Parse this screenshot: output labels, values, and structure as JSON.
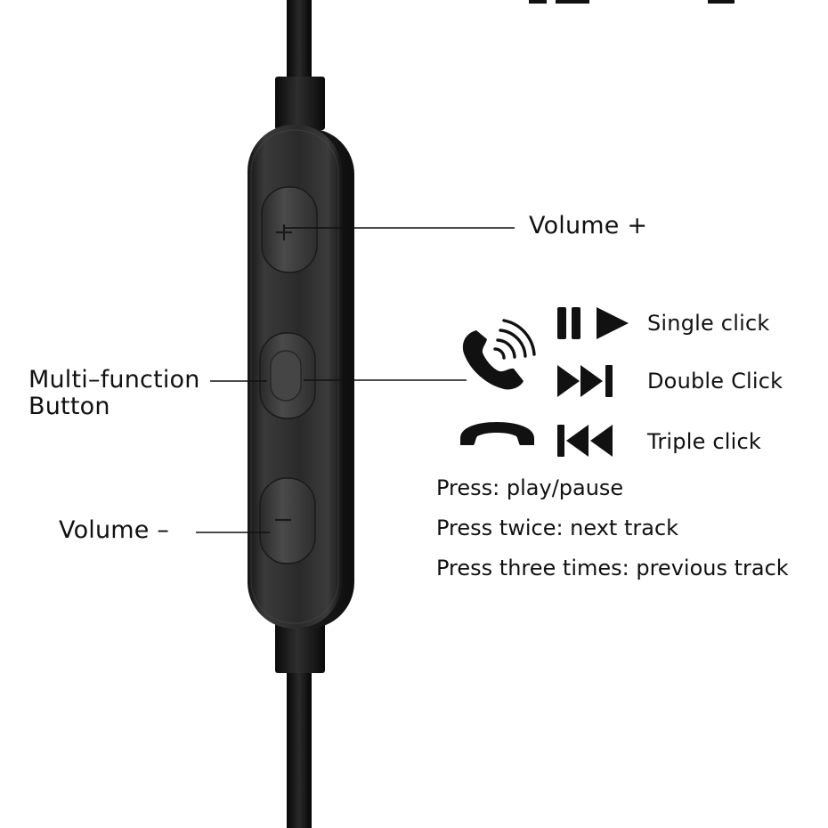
{
  "labels": {
    "volume_up": "Volume +",
    "multi_function_line1": "Multi–function",
    "multi_function_line2": "Button",
    "volume_down": "Volume –"
  },
  "actions": [
    {
      "icon": "play-pause-icon",
      "label": "Single click"
    },
    {
      "icon": "next-track-icon",
      "label": "Double Click"
    },
    {
      "icon": "previous-track-icon",
      "label": "Triple click"
    }
  ],
  "call_icons": [
    "incoming-call-icon",
    "hang-up-icon"
  ],
  "instructions": [
    "Press: play/pause",
    "Press twice: next track",
    "Press three times: previous track"
  ],
  "colors": {
    "remote_body": "#2c2c2c",
    "button": "#3a3a3a",
    "icon": "#111111",
    "text": "#111111",
    "background": "#ffffff"
  }
}
